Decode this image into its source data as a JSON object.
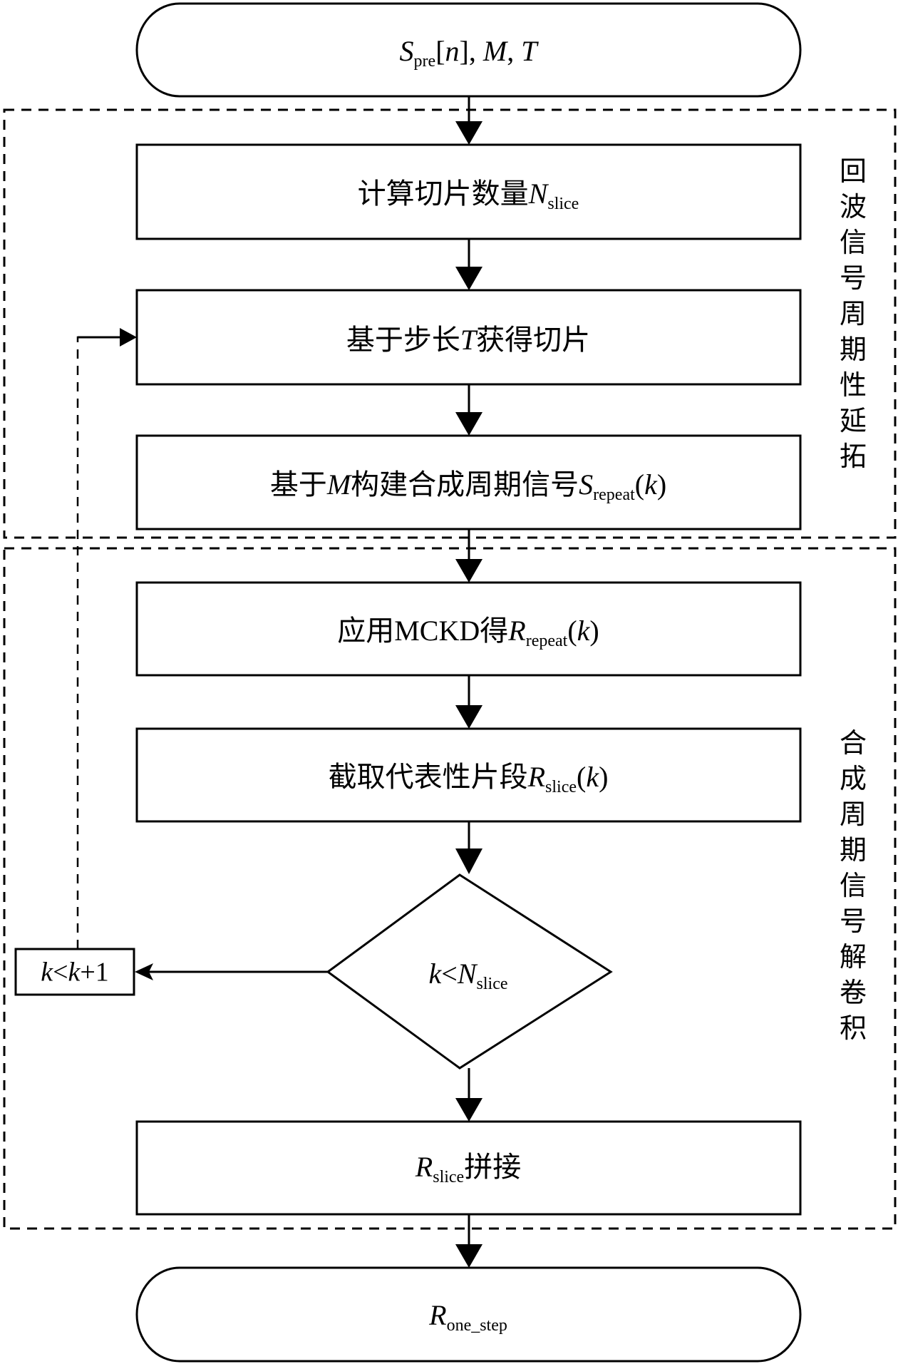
{
  "diagram": {
    "type": "flowchart",
    "start": {
      "symbol": "S",
      "sub": "pre",
      "rest": "[n],  M,  T",
      "parts": [
        {
          "t": "S",
          "style": "math"
        },
        {
          "t": "pre",
          "style": "sub"
        },
        {
          "t": "[",
          "style": "roman"
        },
        {
          "t": "n",
          "style": "math"
        },
        {
          "t": "],  ",
          "style": "roman"
        },
        {
          "t": "M",
          "style": "math"
        },
        {
          "t": ",  ",
          "style": "roman"
        },
        {
          "t": "T",
          "style": "math"
        }
      ]
    },
    "groups": [
      {
        "label": "回波信号周期性延拓"
      },
      {
        "label": "合成周期信号解卷积"
      }
    ],
    "steps": [
      {
        "id": "compute-slices",
        "parts": [
          {
            "t": "计算切片数量",
            "style": "cjk"
          },
          {
            "t": "N",
            "style": "math"
          },
          {
            "t": "slice",
            "style": "sub"
          }
        ]
      },
      {
        "id": "get-slice",
        "parts": [
          {
            "t": "基于步长",
            "style": "cjk"
          },
          {
            "t": "T",
            "style": "math"
          },
          {
            "t": "获得切片",
            "style": "cjk"
          }
        ]
      },
      {
        "id": "build-periodic",
        "parts": [
          {
            "t": "基于",
            "style": "cjk"
          },
          {
            "t": "M",
            "style": "math"
          },
          {
            "t": "构建合成周期信号",
            "style": "cjk"
          },
          {
            "t": "S",
            "style": "math"
          },
          {
            "t": "repeat",
            "style": "sub"
          },
          {
            "t": "(",
            "style": "roman"
          },
          {
            "t": "k",
            "style": "math"
          },
          {
            "t": ")",
            "style": "roman"
          }
        ]
      },
      {
        "id": "apply-mckd",
        "parts": [
          {
            "t": "应用",
            "style": "cjk"
          },
          {
            "t": "MCKD",
            "style": "roman"
          },
          {
            "t": "得",
            "style": "cjk"
          },
          {
            "t": "R",
            "style": "math"
          },
          {
            "t": "repeat",
            "style": "sub"
          },
          {
            "t": "(",
            "style": "roman"
          },
          {
            "t": "k",
            "style": "math"
          },
          {
            "t": ")",
            "style": "roman"
          }
        ]
      },
      {
        "id": "extract-segment",
        "parts": [
          {
            "t": "截取代表性片段",
            "style": "cjk"
          },
          {
            "t": "R",
            "style": "math"
          },
          {
            "t": "slice",
            "style": "sub"
          },
          {
            "t": "(",
            "style": "roman"
          },
          {
            "t": "k",
            "style": "math"
          },
          {
            "t": ")",
            "style": "roman"
          }
        ]
      },
      {
        "id": "concatenate",
        "parts": [
          {
            "t": "R",
            "style": "math"
          },
          {
            "t": "slice",
            "style": "sub"
          },
          {
            "t": "拼接",
            "style": "cjk"
          }
        ]
      }
    ],
    "decision": {
      "parts": [
        {
          "t": "k",
          "style": "math"
        },
        {
          "t": "<",
          "style": "roman"
        },
        {
          "t": "N",
          "style": "math"
        },
        {
          "t": "slice",
          "style": "sub"
        }
      ]
    },
    "increment": {
      "parts": [
        {
          "t": "k",
          "style": "math"
        },
        {
          "t": "<",
          "style": "roman"
        },
        {
          "t": "k",
          "style": "math"
        },
        {
          "t": "+1",
          "style": "roman"
        }
      ]
    },
    "end": {
      "parts": [
        {
          "t": "R",
          "style": "math"
        },
        {
          "t": "one_step",
          "style": "sub"
        }
      ]
    }
  }
}
